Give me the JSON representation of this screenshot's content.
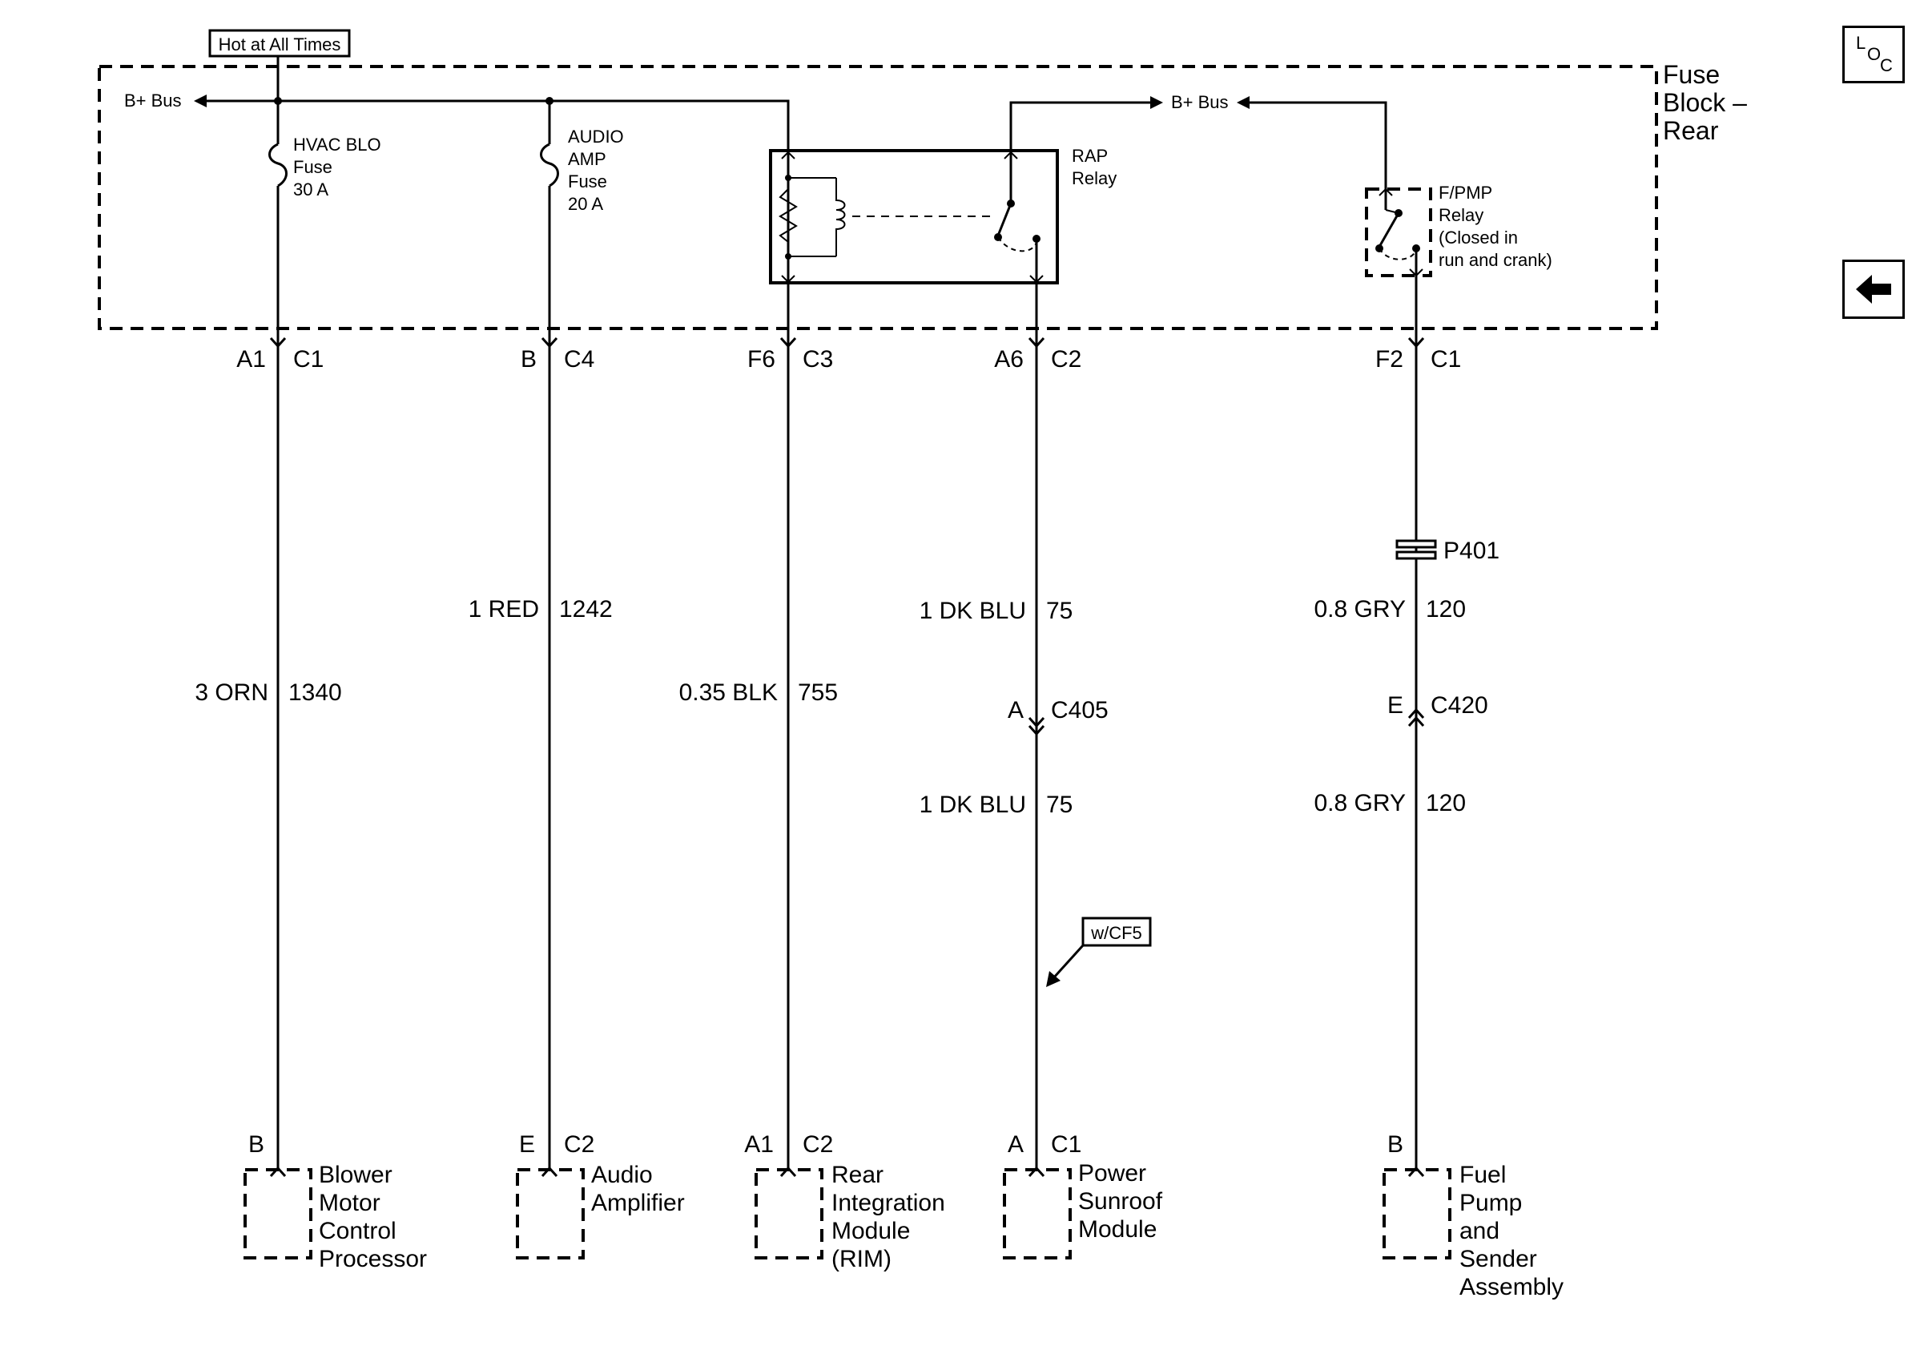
{
  "hot_at_all_times": "Hot at All Times",
  "fuse_block": {
    "line1": "Fuse",
    "line2": "Block –",
    "line3": "Rear"
  },
  "bplus_bus_left": "B+ Bus",
  "bplus_bus_right": "B+ Bus",
  "fuses": [
    {
      "line1": "HVAC BLO",
      "line2": "Fuse",
      "line3": "30 A"
    },
    {
      "line1": "AUDIO",
      "line2": "AMP",
      "line3": "Fuse",
      "line4": "20 A"
    }
  ],
  "rap_relay": {
    "line1": "RAP",
    "line2": "Relay"
  },
  "fpmp_relay": {
    "line1": "F/PMP",
    "line2": "Relay",
    "line3": "(Closed in",
    "line4": "run and crank)"
  },
  "circuits": [
    {
      "top_pin": "A1",
      "top_conn": "C1",
      "wire": "3 ORN",
      "circuit": "1340",
      "bottom_pin": "B",
      "bottom_conn": "",
      "component": [
        "Blower",
        "Motor",
        "Control",
        "Processor"
      ]
    },
    {
      "top_pin": "B",
      "top_conn": "C4",
      "wire": "1 RED",
      "circuit": "1242",
      "bottom_pin": "E",
      "bottom_conn": "C2",
      "component": [
        "Audio",
        "Amplifier"
      ]
    },
    {
      "top_pin": "F6",
      "top_conn": "C3",
      "wire": "0.35 BLK",
      "circuit": "755",
      "bottom_pin": "A1",
      "bottom_conn": "C2",
      "component": [
        "Rear",
        "Integration",
        "Module",
        "(RIM)"
      ]
    },
    {
      "top_pin": "A6",
      "top_conn": "C2",
      "wire": "1 DK BLU",
      "circuit": "75",
      "inline_pin": "A",
      "inline_conn": "C405",
      "wire2": "1 DK BLU",
      "circuit2": "75",
      "option": "w/CF5",
      "bottom_pin": "A",
      "bottom_conn": "C1",
      "component": [
        "Power",
        "Sunroof",
        "Module"
      ]
    },
    {
      "top_pin": "F2",
      "top_conn": "C1",
      "splice": "P401",
      "wire": "0.8 GRY",
      "circuit": "120",
      "inline_pin": "E",
      "inline_conn": "C420",
      "wire2": "0.8 GRY",
      "circuit2": "120",
      "bottom_pin": "B",
      "bottom_conn": "",
      "component": [
        "Fuel",
        "Pump",
        "and",
        "Sender",
        "Assembly"
      ]
    }
  ],
  "nav": {
    "loc_l": "L",
    "loc_o": "O",
    "loc_c": "C"
  },
  "icons": {
    "back": "arrow-left-icon",
    "loc": "loc-icon"
  }
}
